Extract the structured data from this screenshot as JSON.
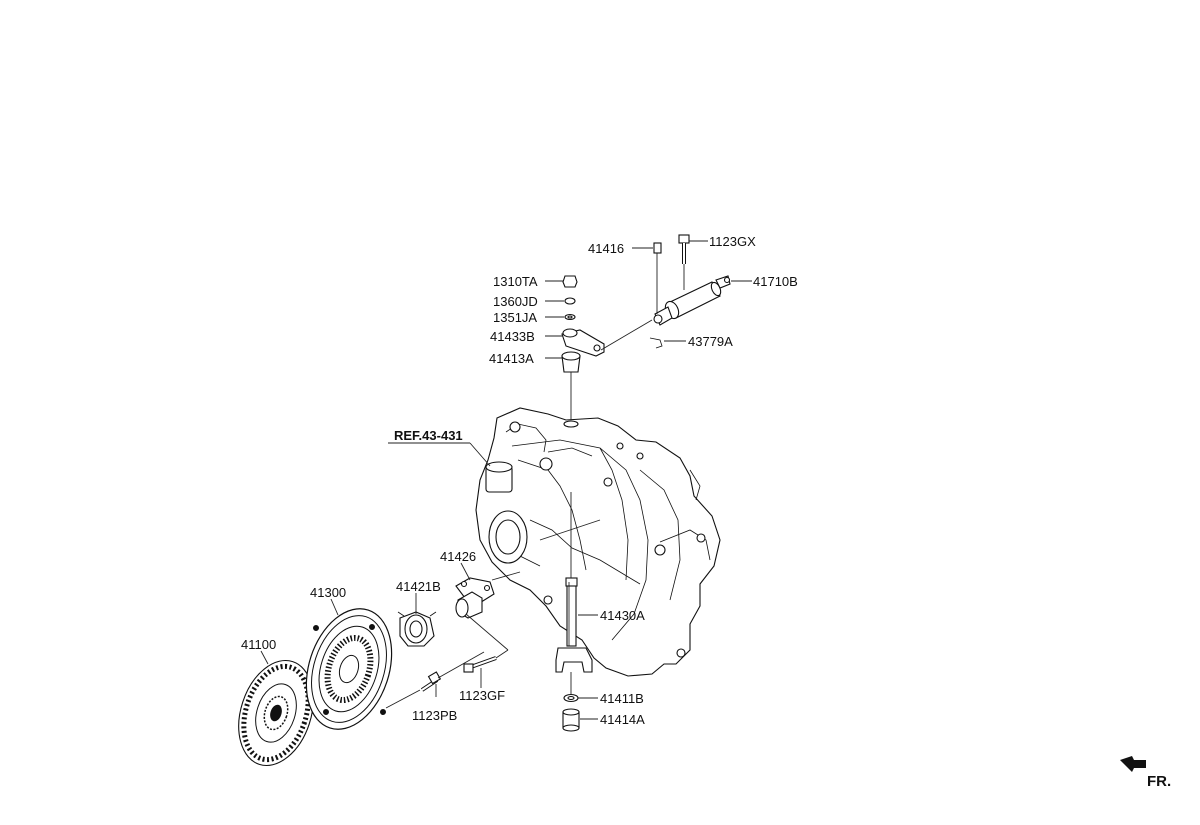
{
  "diagram": {
    "ref_label": "REF.43-431",
    "direction_label": "FR.",
    "parts": {
      "p41416": "41416",
      "p1123GX": "1123GX",
      "p1310TA": "1310TA",
      "p41710B": "41710B",
      "p1360JD": "1360JD",
      "p1351JA": "1351JA",
      "p41433B": "41433B",
      "p43779A": "43779A",
      "p41413A": "41413A",
      "p41426": "41426",
      "p41300": "41300",
      "p41421B": "41421B",
      "p41430A": "41430A",
      "p41100": "41100",
      "p1123GF": "1123GF",
      "p1123PB": "1123PB",
      "p41411B": "41411B",
      "p41414A": "41414A"
    }
  }
}
